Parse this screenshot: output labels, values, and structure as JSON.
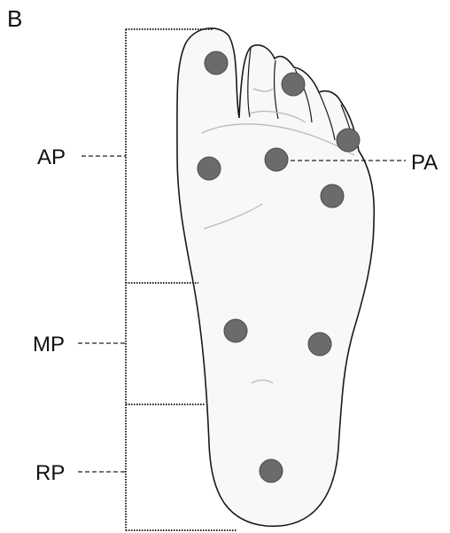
{
  "panel_label": "B",
  "regions": {
    "anterior": "AP",
    "middle": "MP",
    "rear": "RP"
  },
  "callout": "PA",
  "colors": {
    "foot_fill": "#f6f8fa",
    "foot_outline": "#1a1a1a",
    "crease": "#b8b8b8",
    "sensor_fill": "#6b6b6b",
    "sensor_stroke": "#4a4a4a",
    "bracket": "#222222"
  },
  "sensor_count": 9
}
